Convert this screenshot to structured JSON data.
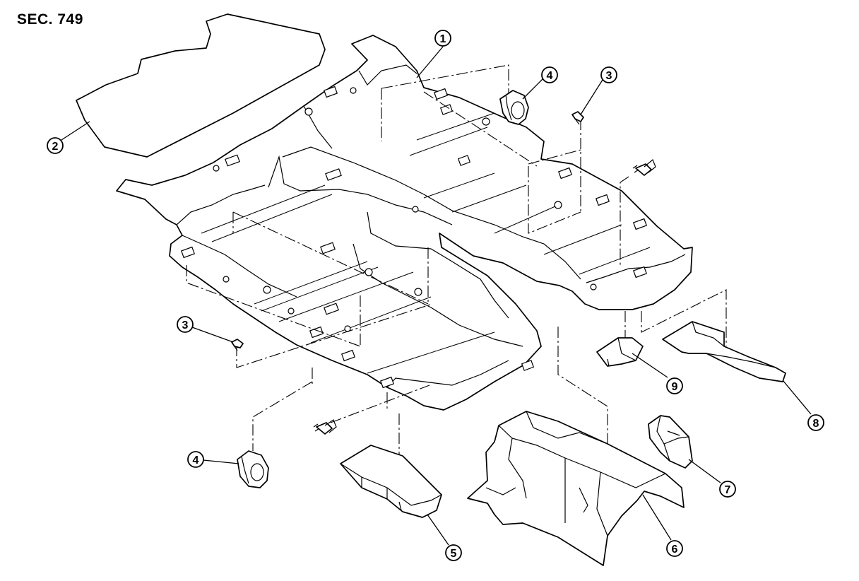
{
  "title": "SEC. 749",
  "callouts": [
    {
      "id": "c1",
      "label": "1"
    },
    {
      "id": "c2",
      "label": "2"
    },
    {
      "id": "c3a",
      "label": "3"
    },
    {
      "id": "c3b",
      "label": "3"
    },
    {
      "id": "c4a",
      "label": "4"
    },
    {
      "id": "c4b",
      "label": "4"
    },
    {
      "id": "c5",
      "label": "5"
    },
    {
      "id": "c6",
      "label": "6"
    },
    {
      "id": "c7",
      "label": "7"
    },
    {
      "id": "c8",
      "label": "8"
    },
    {
      "id": "c9",
      "label": "9"
    }
  ]
}
